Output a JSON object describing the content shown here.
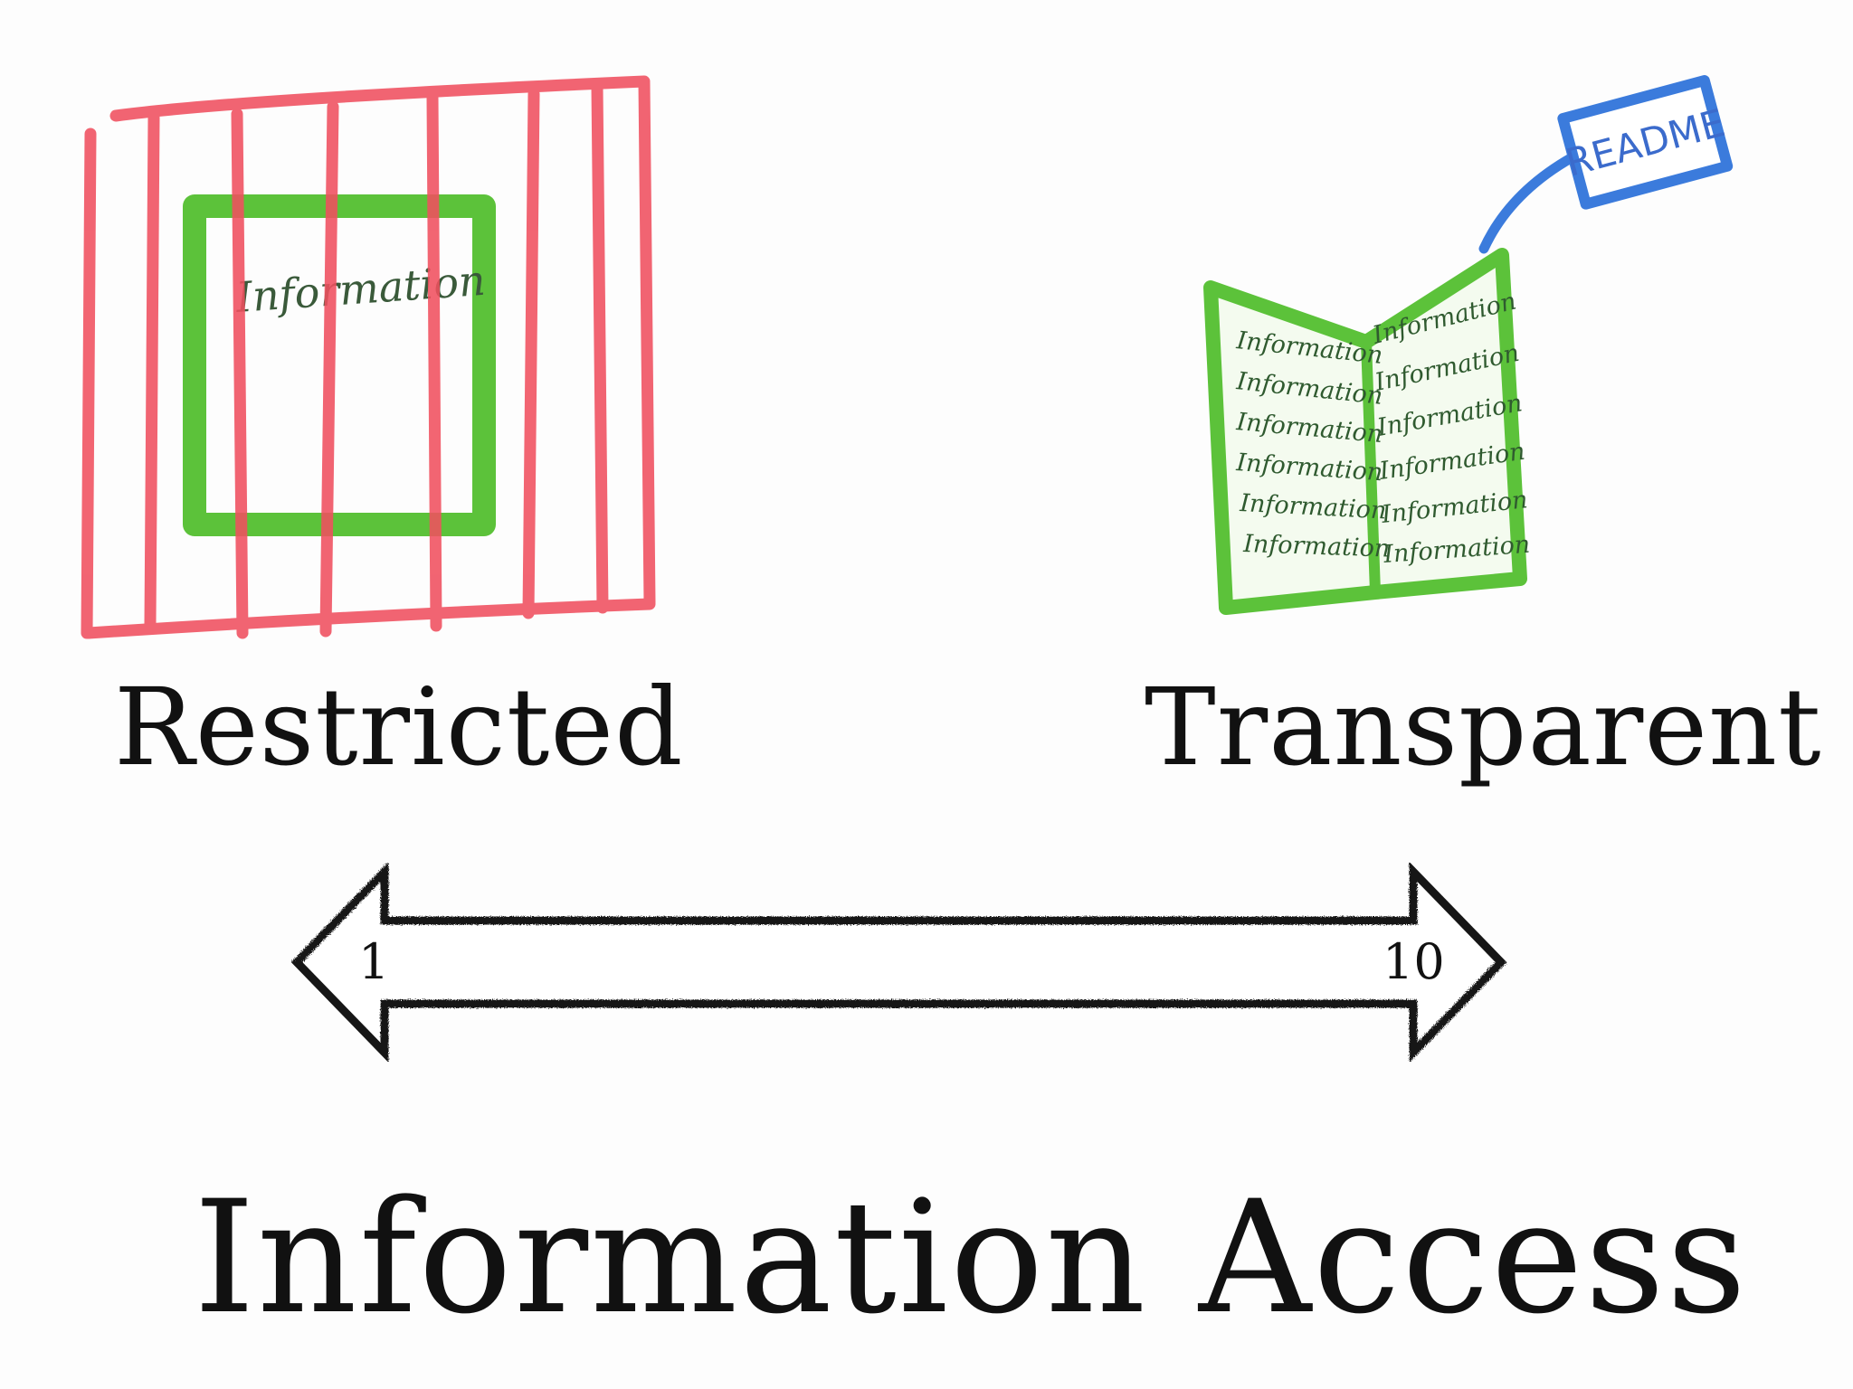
{
  "left_option": {
    "label": "Restricted",
    "sketch_text": "Information",
    "colors": {
      "bars": "#f0505f",
      "box": "#5cc23a",
      "text": "#3a5a3a"
    }
  },
  "right_option": {
    "label": "Transparent",
    "tag_text": "README",
    "page_text": "Information",
    "colors": {
      "book": "#5cc23a",
      "tag": "#3b7bdc",
      "text": "#2f5a2f"
    }
  },
  "scale": {
    "min": "1",
    "max": "10"
  },
  "title": "Information Access"
}
